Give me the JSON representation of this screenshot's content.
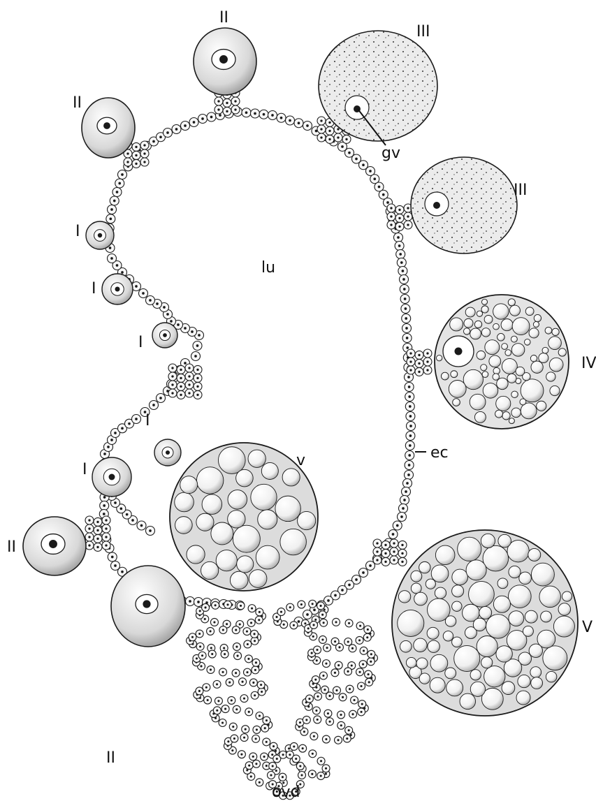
{
  "labels": {
    "stage_I": "I",
    "stage_II": "II",
    "stage_III": "III",
    "stage_IV": "IV",
    "stage_V": "V",
    "stage_v": "v",
    "lumen": "lu",
    "germinal_vesicle": "gv",
    "epithelial_cells": "ec",
    "oviduct": "ovd"
  },
  "colors": {
    "ink": "#1a1a1a",
    "oocyte_fill": "#e6e6e6",
    "cell_fill": "#f7f7f7",
    "paper": "#ffffff"
  }
}
